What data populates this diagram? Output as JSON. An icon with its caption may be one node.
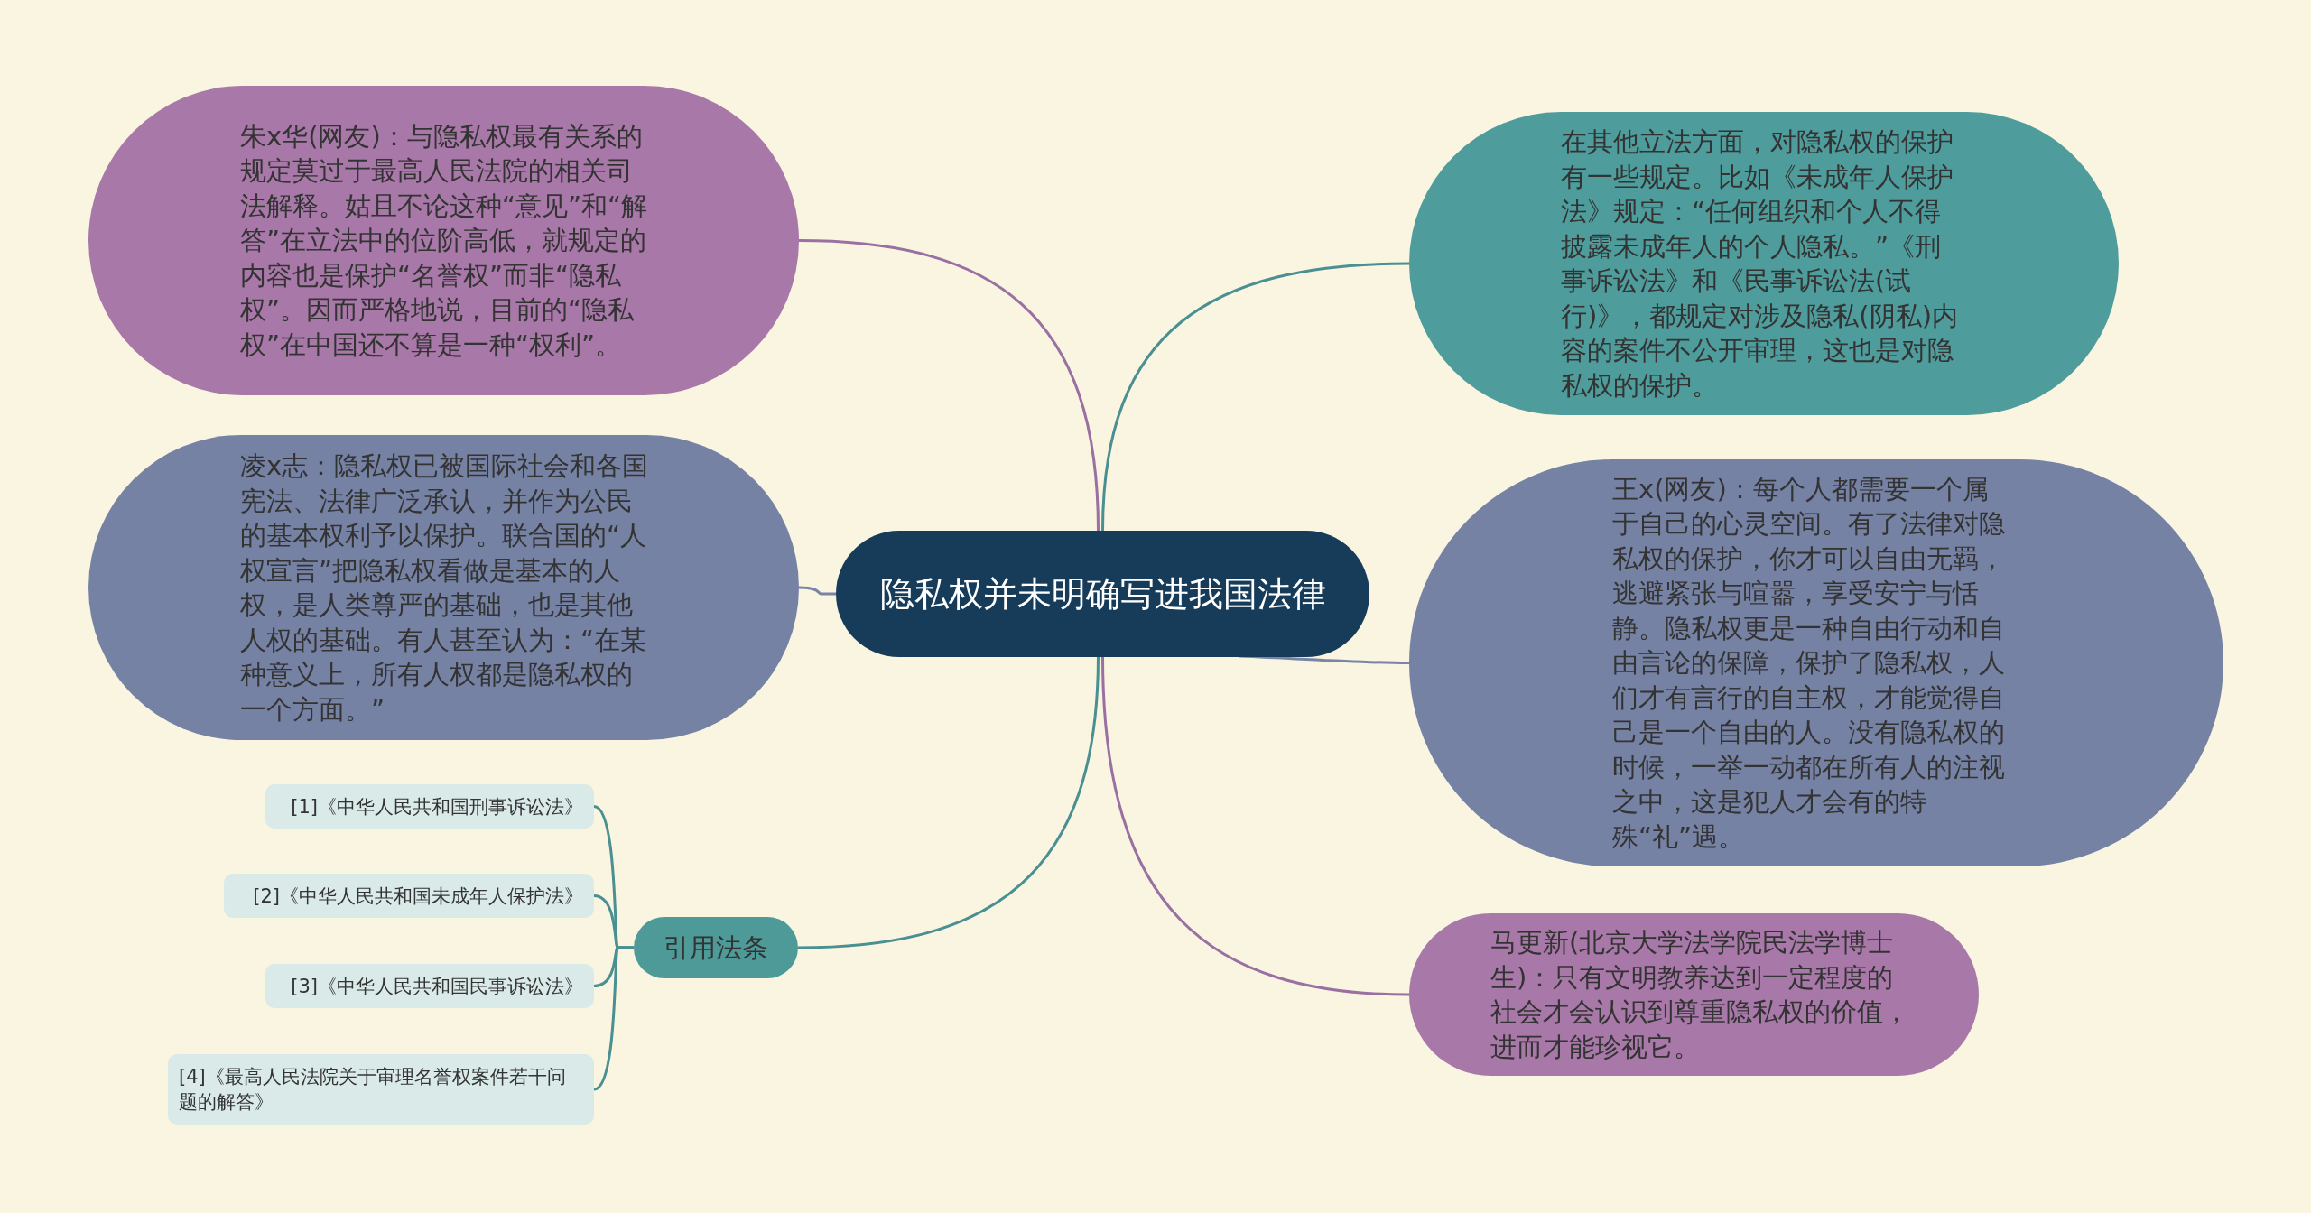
{
  "diagram": {
    "nodes": [
      {
        "text": [
          "隐私权并未明确写进我国法律"
        ]
      },
      {
        "text": [
          "朱x华(网友)：与隐私权最有关系的规定莫过于最高人民法院的相关司法解释。姑且不论这种“意见”和“解答”在立法中的位阶高低，就规定的内容也是保护“名誉权”而非“隐私权”。因而严格地说，目前的“隐私权”在中国还不算是一种“权利”。"
        ]
      },
      {
        "text": [
          "凌x志：隐私权已被国际社会和各国宪法、法律广泛承认，并作为公民的基本权利予以保护。联合国的“人权宣言”把隐私权看做是基本的人权，是人类尊严的基础，也是其他人权的基础。有人甚至认为：“在某种意义上，所有人权都是隐私权的一个方面。”"
        ]
      },
      {
        "text": [
          "引用法条"
        ]
      },
      {
        "text": [
          "[1]《中华人民共和国刑事诉讼法》"
        ]
      },
      {
        "text": [
          "[2]《中华人民共和国未成年人保护法》"
        ]
      },
      {
        "text": [
          "[3]《中华人民共和国民事诉讼法》"
        ]
      },
      {
        "text": [
          "[4]《最高人民法院关于审理名誉权案件若干问题的解答》"
        ]
      },
      {
        "text": [
          "在其他立法方面，对隐私权的保护有一些规定。比如《未成年人保护法》规定：“任何组织和个人不得披露未成年人的个人隐私。”《刑事诉讼法》和《民事诉讼法(试行)》，都规定对涉及隐私(阴私)内容的案件不公开审理，这也是对隐私权的保护。"
        ]
      },
      {
        "text": [
          "王x(网友)：每个人都需要一个属于自己的心灵空间。有了法律对隐私权的保护，你才可以自由无羁，逃避紧张与喧嚣，享受安宁与恬静。隐私权更是一种自由行动和自由言论的保障，保护了隐私权，人们才有言行的自主权，才能觉得自己是一个自由的人。没有隐私权的时候，一举一动都在所有人的注视之中，这是犯人才会有的特殊“礼”遇。"
        ]
      },
      {
        "text": [
          "马更新(北京大学法学院民法学博士生)：只有文明教养达到一定程度的社会才会认识到尊重隐私权的价值，进而才能珍视它。"
        ]
      }
    ],
    "edges": [
      {
        "from": 0,
        "to": 1,
        "arrow": "none",
        "color": "#9a70a2"
      },
      {
        "from": 0,
        "to": 2,
        "arrow": "none",
        "color": "#7984a6"
      },
      {
        "from": 0,
        "to": 3,
        "arrow": "none"
      },
      {
        "from": 0,
        "to": 8,
        "arrow": "none"
      },
      {
        "from": 0,
        "to": 9,
        "arrow": "none",
        "color": "#7984a6"
      },
      {
        "from": 0,
        "to": 10,
        "arrow": "none",
        "color": "#9a70a2"
      },
      {
        "from": 3,
        "to": 4,
        "arrow": "none"
      },
      {
        "from": 3,
        "to": 5,
        "arrow": "none"
      },
      {
        "from": 3,
        "to": 6,
        "arrow": "none"
      },
      {
        "from": 3,
        "to": 7,
        "arrow": "none"
      }
    ]
  }
}
